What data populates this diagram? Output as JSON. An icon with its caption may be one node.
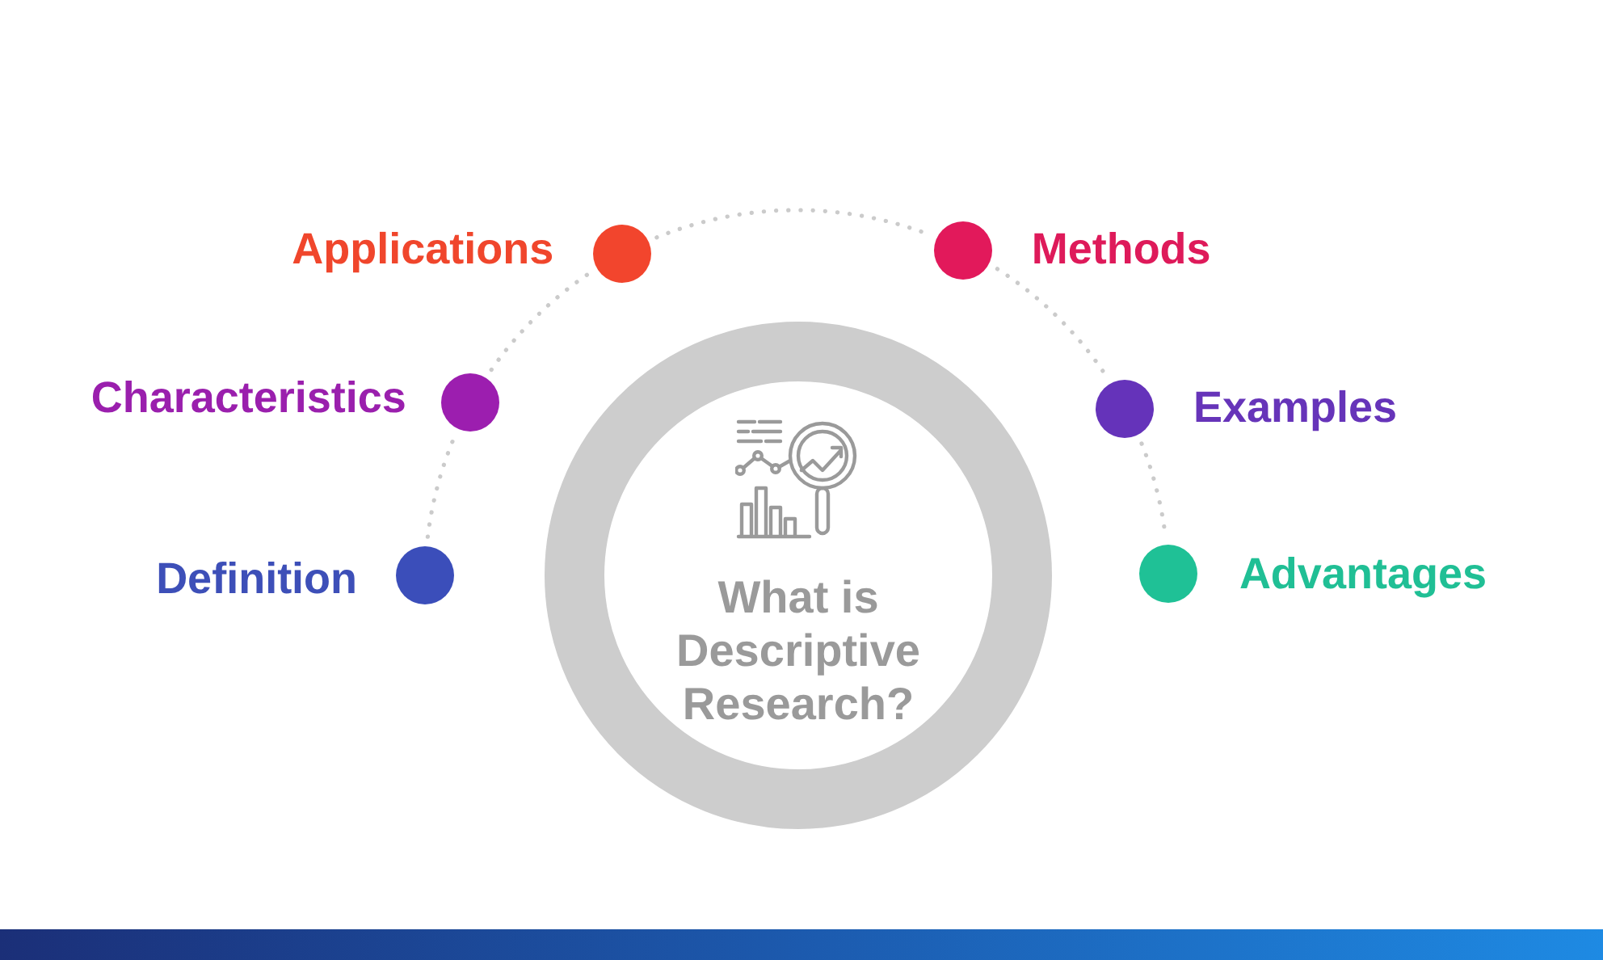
{
  "diagram": {
    "nodes": [
      {
        "text": [],
        "shape": "circle",
        "beside": [
          "Applications"
        ]
      },
      {
        "text": [],
        "shape": "circle",
        "beside": [
          "Methods"
        ]
      },
      {
        "text": [],
        "shape": "circle",
        "beside": [
          "Characteristics"
        ]
      },
      {
        "text": [],
        "shape": "circle",
        "beside": [
          "Examples"
        ]
      },
      {
        "text": [],
        "shape": "circle",
        "beside": [
          "Definition"
        ]
      },
      {
        "text": [],
        "shape": "circle",
        "beside": [
          "Advantages"
        ]
      },
      {
        "text": [
          "What is Descriptive Research?"
        ]
      }
    ],
    "edges": [
      {
        "from": 4,
        "to": 2,
        "arrow": "none",
        "style": "dashed"
      },
      {
        "from": 2,
        "to": 0,
        "arrow": "none",
        "style": "dashed"
      },
      {
        "from": 0,
        "to": 1,
        "arrow": "none",
        "style": "dashed"
      },
      {
        "from": 1,
        "to": 3,
        "arrow": "none",
        "style": "dashed"
      },
      {
        "from": 3,
        "to": 5,
        "arrow": "none",
        "style": "dashed"
      }
    ]
  }
}
